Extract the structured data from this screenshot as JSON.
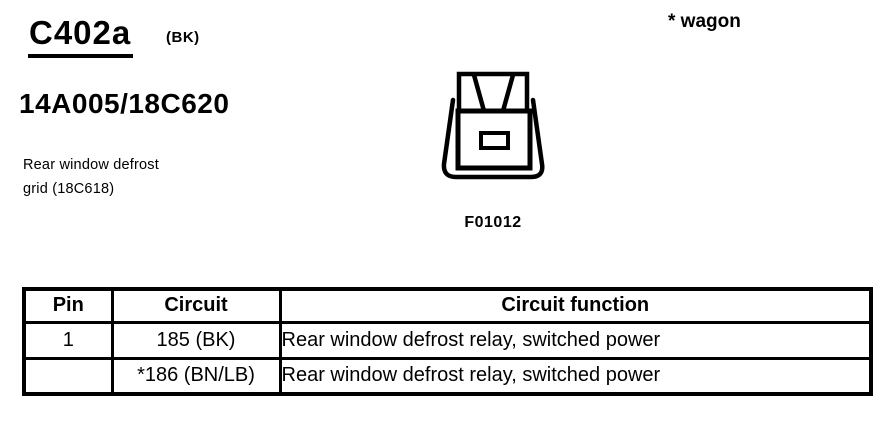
{
  "page": {
    "connector_id": "C402a",
    "connector_color": "(BK)",
    "variant_note": "* wagon",
    "part_number": "14A005/18C620",
    "description_line1": "Rear window defrost",
    "description_line2": "grid (18C618)",
    "figure_label": "F01012"
  },
  "table": {
    "headers": [
      "Pin",
      "Circuit",
      "Circuit function"
    ],
    "rows": [
      {
        "pin": "1",
        "circuit": "185 (BK)",
        "function": "Rear window defrost relay, switched power"
      },
      {
        "pin": "",
        "circuit": "*186 (BN/LB)",
        "function": "Rear window defrost relay, switched power"
      }
    ]
  },
  "colors": {
    "ink": "#000000",
    "paper": "#ffffff"
  }
}
